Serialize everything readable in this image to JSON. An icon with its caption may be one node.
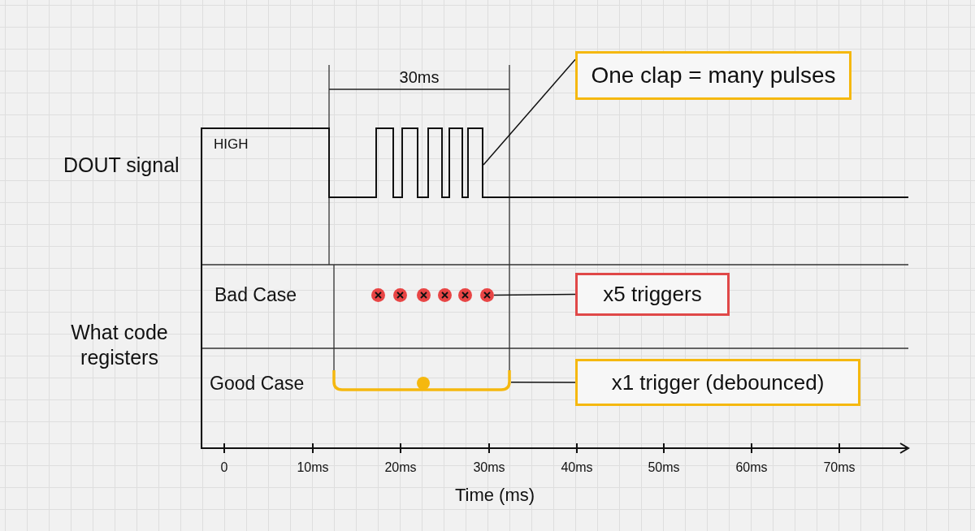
{
  "diagram": {
    "nodes": [
      {
        "text": [
          "One clap = many pulses"
        ]
      },
      {
        "text": [],
        "shape": "circle"
      },
      {
        "text": [],
        "shape": "circle"
      },
      {
        "text": [],
        "shape": "circle"
      },
      {
        "text": [],
        "shape": "circle"
      },
      {
        "text": [],
        "shape": "circle"
      },
      {
        "text": [],
        "shape": "circle"
      },
      {
        "text": [
          "x5 triggers"
        ]
      },
      {
        "text": [],
        "shape": "bracket"
      },
      {
        "text": [
          "x1 trigger (debounced)"
        ]
      }
    ],
    "edges": [
      {
        "from": 0,
        "to": null,
        "arrow": "none"
      },
      {
        "from": 7,
        "to": 6,
        "arrow": "none"
      },
      {
        "from": 9,
        "to": 8,
        "arrow": "none"
      }
    ],
    "labels": [
      "30ms",
      "HIGH",
      "DOUT signal",
      "Bad Case",
      "What code registers",
      "Good Case",
      "0",
      "10ms",
      "20ms",
      "30ms",
      "40ms",
      "50ms",
      "60ms",
      "70ms",
      "Time (ms)"
    ]
  }
}
